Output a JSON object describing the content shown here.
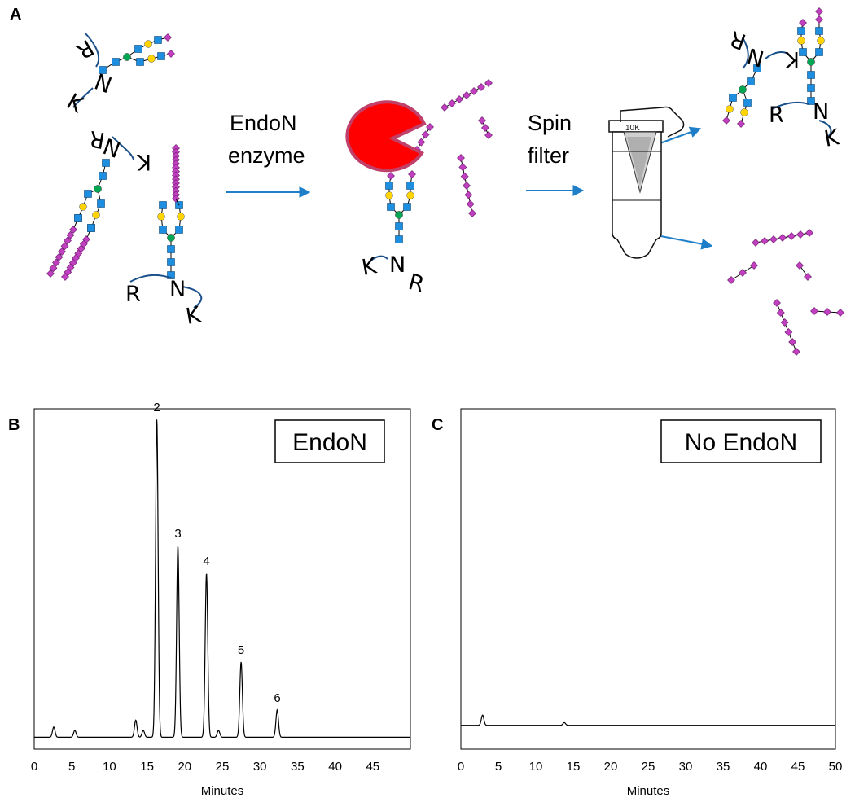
{
  "panels": {
    "a_label": "A",
    "b_label": "B",
    "c_label": "C"
  },
  "steps": {
    "enzyme_line1": "EndoN",
    "enzyme_line2": "enzyme",
    "filter_line1": "Spin",
    "filter_line2": "filter"
  },
  "residues": {
    "r": "R",
    "n": "N",
    "k": "K"
  },
  "tube": {
    "cutoff": "10K"
  },
  "colors": {
    "arrow": "#1e7fc8",
    "peptide": "#1a4f8a",
    "enzyme_fill": "#ff0000",
    "enzyme_stroke": "#c0406a",
    "glcnac": "#1e8fe0",
    "mannose": "#00a651",
    "galactose": "#ffd400",
    "sialic": "#c040c0"
  },
  "chart_data": [
    {
      "type": "line",
      "panel": "B",
      "title": "EndoN",
      "xlabel": "Minutes",
      "xlim": [
        0,
        50
      ],
      "xticks": [
        0,
        5,
        10,
        15,
        20,
        25,
        30,
        35,
        40,
        45
      ],
      "baseline": 0.03,
      "peaks": [
        {
          "x": 2.6,
          "height": 0.03,
          "label": ""
        },
        {
          "x": 5.4,
          "height": 0.02,
          "label": ""
        },
        {
          "x": 13.5,
          "height": 0.05,
          "label": ""
        },
        {
          "x": 14.5,
          "height": 0.02,
          "label": ""
        },
        {
          "x": 16.3,
          "height": 0.93,
          "label": "2"
        },
        {
          "x": 19.1,
          "height": 0.56,
          "label": "3"
        },
        {
          "x": 22.9,
          "height": 0.48,
          "label": "4"
        },
        {
          "x": 24.5,
          "height": 0.02,
          "label": ""
        },
        {
          "x": 27.5,
          "height": 0.22,
          "label": "5"
        },
        {
          "x": 32.3,
          "height": 0.08,
          "label": "6"
        }
      ]
    },
    {
      "type": "line",
      "panel": "C",
      "title": "No EndoN",
      "xlabel": "Minutes",
      "xlim": [
        0,
        50
      ],
      "xticks": [
        0,
        5,
        10,
        15,
        20,
        25,
        30,
        35,
        40,
        45,
        50
      ],
      "baseline": 0.065,
      "peaks": [
        {
          "x": 2.9,
          "height": 0.03,
          "label": ""
        },
        {
          "x": 13.8,
          "height": 0.008,
          "label": ""
        }
      ]
    }
  ]
}
